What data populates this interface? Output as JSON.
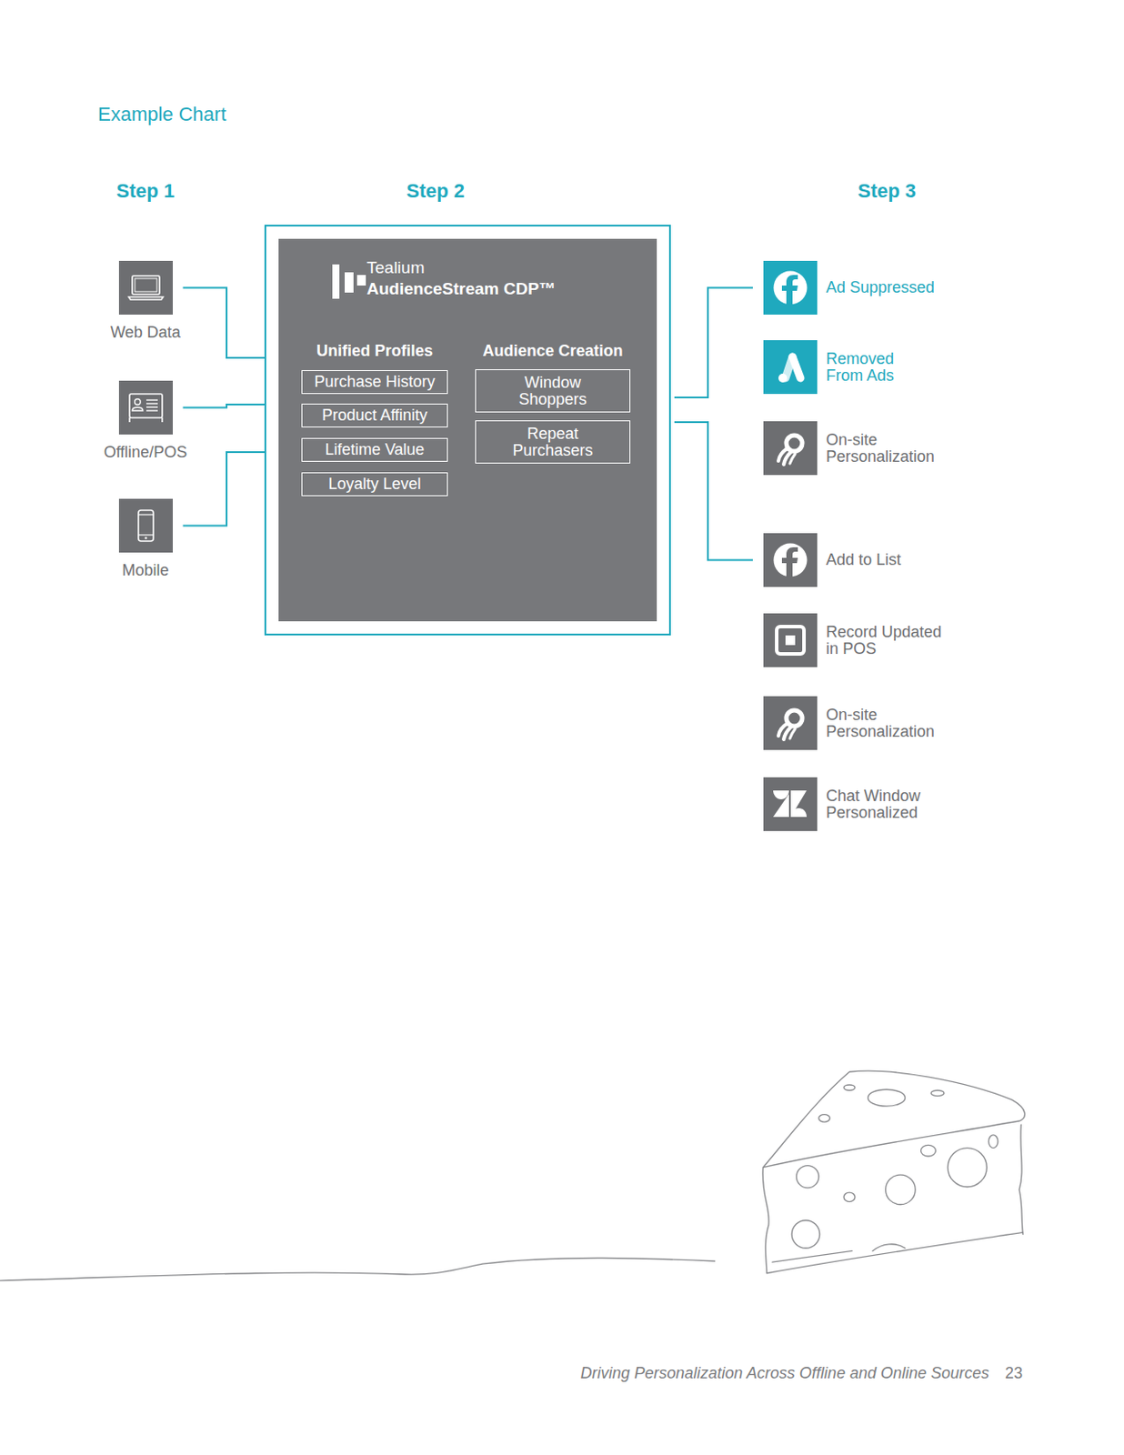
{
  "diagram": {
    "title": "Example Chart",
    "nodes": [
      {
        "text": [
          "Web Data"
        ]
      },
      {
        "text": [
          "Offline/POS"
        ]
      },
      {
        "text": [
          "Mobile"
        ]
      },
      {
        "text": [
          "Tealium",
          "AudienceStream CDP™"
        ]
      },
      {
        "text": [
          "Purchase History"
        ],
        "in": 3
      },
      {
        "text": [
          "Product Affinity"
        ],
        "in": 3
      },
      {
        "text": [
          "Lifetime Value"
        ],
        "in": 3
      },
      {
        "text": [
          "Loyalty Level"
        ],
        "in": 3
      },
      {
        "text": [
          "Window Shoppers"
        ],
        "in": 3
      },
      {
        "text": [
          "Repeat Purchasers"
        ],
        "in": 3
      },
      {
        "text": [
          "Ad Suppressed"
        ]
      },
      {
        "text": [
          "Removed From Ads"
        ]
      },
      {
        "text": [
          "On-site Personalization"
        ]
      },
      {
        "text": [
          "Add to List"
        ]
      },
      {
        "text": [
          "Record Updated in POS"
        ]
      },
      {
        "text": [
          "On-site Personalization"
        ]
      },
      {
        "text": [
          "Chat Window Personalized"
        ]
      }
    ],
    "edges": [
      {
        "from": 0,
        "to": 3,
        "arrow": "none"
      },
      {
        "from": 1,
        "to": 3,
        "arrow": "none"
      },
      {
        "from": 2,
        "to": 3,
        "arrow": "none"
      },
      {
        "from": 3,
        "to": 10,
        "arrow": "none"
      },
      {
        "from": 3,
        "to": 13,
        "arrow": "none"
      }
    ],
    "labels": [
      "Step 1",
      "Step 2",
      "Step 3",
      "Unified Profiles",
      "Audience Creation",
      "Driving Personalization Across Offline and Online Sources",
      "23"
    ]
  }
}
